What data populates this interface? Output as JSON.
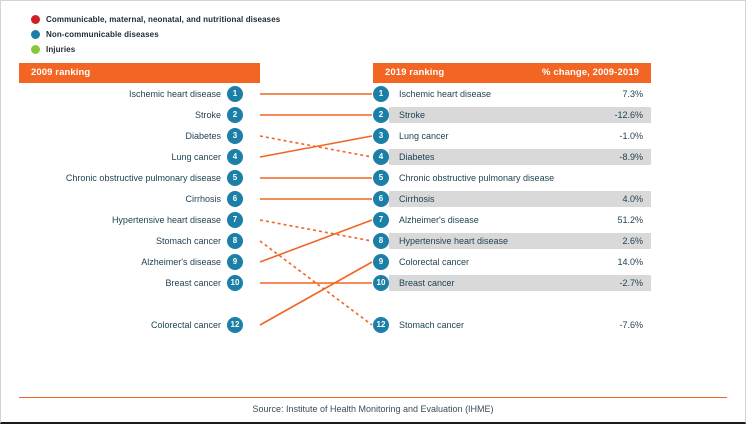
{
  "legend": {
    "items": [
      {
        "label": "Communicable, maternal, neonatal, and nutritional diseases",
        "color": "#CE2027",
        "icon": "legend-dot-icon"
      },
      {
        "label": "Non-communicable diseases",
        "color": "#1B7FA8",
        "icon": "legend-dot-icon"
      },
      {
        "label": "Injuries",
        "color": "#8CC63E",
        "icon": "legend-dot-icon"
      }
    ]
  },
  "colors": {
    "accent_orange": "#F26522",
    "bubble_blue": "#1B7FA8",
    "stripe_gray": "#D9D9D9",
    "text_dark": "#1c3f52"
  },
  "headers": {
    "left": "2009 ranking",
    "right": "2019 ranking",
    "right_change": "% change, 2009-2019"
  },
  "chart_data": {
    "type": "table",
    "title": "2009 ranking vs 2019 ranking",
    "left_column_header": "2009 ranking",
    "right_column_header": "2019 ranking",
    "value_column_header": "% change, 2009-2019",
    "left_ranking": [
      {
        "rank": "1",
        "label": "Ischemic heart disease"
      },
      {
        "rank": "2",
        "label": "Stroke"
      },
      {
        "rank": "3",
        "label": "Diabetes"
      },
      {
        "rank": "4",
        "label": "Lung cancer"
      },
      {
        "rank": "5",
        "label": "Chronic obstructive pulmonary disease"
      },
      {
        "rank": "6",
        "label": "Cirrhosis"
      },
      {
        "rank": "7",
        "label": "Hypertensive heart disease"
      },
      {
        "rank": "8",
        "label": "Stomach cancer"
      },
      {
        "rank": "9",
        "label": "Alzheimer's disease"
      },
      {
        "rank": "10",
        "label": "Breast cancer"
      },
      {
        "rank": "12",
        "label": "Colorectal cancer"
      }
    ],
    "right_ranking": [
      {
        "rank": "1",
        "label": "Ischemic heart disease",
        "change": "7.3%",
        "striped": false
      },
      {
        "rank": "2",
        "label": "Stroke",
        "change": "-12.6%",
        "striped": true
      },
      {
        "rank": "3",
        "label": "Lung cancer",
        "change": "-1.0%",
        "striped": false
      },
      {
        "rank": "4",
        "label": "Diabetes",
        "change": "-8.9%",
        "striped": true
      },
      {
        "rank": "5",
        "label": "Chronic obstructive pulmonary disease",
        "change": "",
        "striped": false
      },
      {
        "rank": "6",
        "label": "Cirrhosis",
        "change": "4.0%",
        "striped": true
      },
      {
        "rank": "7",
        "label": "Alzheimer's disease",
        "change": "51.2%",
        "striped": false
      },
      {
        "rank": "8",
        "label": "Hypertensive heart disease",
        "change": "2.6%",
        "striped": true
      },
      {
        "rank": "9",
        "label": "Colorectal cancer",
        "change": "14.0%",
        "striped": false
      },
      {
        "rank": "10",
        "label": "Breast cancer",
        "change": "-2.7%",
        "striped": true
      },
      {
        "rank": "12",
        "label": "Stomach cancer",
        "change": "-7.6%",
        "striped": false
      }
    ],
    "connectors": [
      {
        "from": "1",
        "to": "1",
        "style": "solid"
      },
      {
        "from": "2",
        "to": "2",
        "style": "solid"
      },
      {
        "from": "3",
        "to": "4",
        "style": "dashed"
      },
      {
        "from": "4",
        "to": "3",
        "style": "solid"
      },
      {
        "from": "5",
        "to": "5",
        "style": "solid"
      },
      {
        "from": "6",
        "to": "6",
        "style": "solid"
      },
      {
        "from": "7",
        "to": "8",
        "style": "dashed"
      },
      {
        "from": "8",
        "to": "12",
        "style": "dashed"
      },
      {
        "from": "9",
        "to": "7",
        "style": "solid"
      },
      {
        "from": "10",
        "to": "10",
        "style": "solid"
      },
      {
        "from": "12",
        "to": "9",
        "style": "solid"
      }
    ],
    "connector_color": "#F26522"
  },
  "footer": {
    "source": "Source: Institute of Health Monitoring and Evaluation (IHME)"
  }
}
